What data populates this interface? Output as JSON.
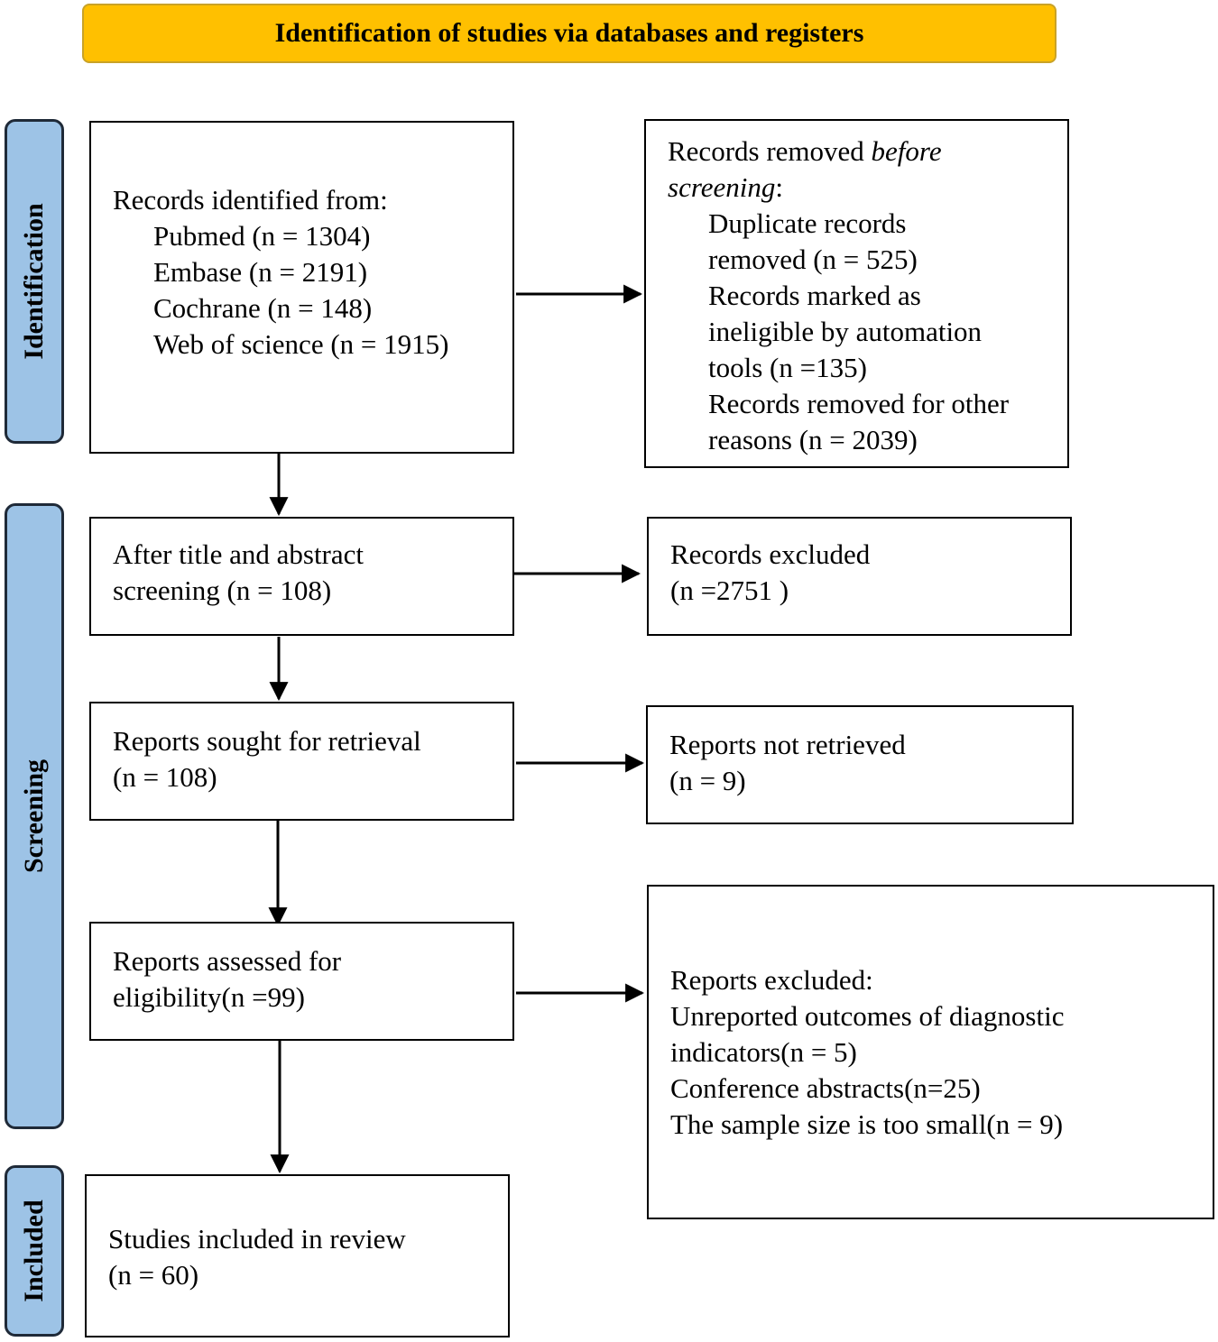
{
  "header": {
    "title": "Identification of studies via databases and registers"
  },
  "phases": {
    "identification": "Identification",
    "screening": "Screening",
    "included": "Included"
  },
  "boxes": {
    "records_identified": {
      "heading": "Records identified from:",
      "lines": [
        "Pubmed (n = 1304)",
        "Embase (n = 2191)",
        "Cochrane (n = 148)",
        "Web of science (n = 1915)"
      ]
    },
    "records_removed": {
      "heading_prefix": "Records removed ",
      "heading_italic_1": "before",
      "heading_italic_2": "screening",
      "heading_suffix": ":",
      "lines": [
        "Duplicate records",
        "removed  (n = 525)",
        "Records marked as",
        "ineligible by automation",
        "tools (n =135)",
        "Records removed for other",
        "reasons (n = 2039)"
      ]
    },
    "title_abstract": {
      "lines": [
        "After title and abstract",
        "screening (n = 108)"
      ]
    },
    "records_excluded": {
      "lines": [
        "Records excluded",
        "(n =2751 )"
      ]
    },
    "sought_retrieval": {
      "lines": [
        "Reports sought for retrieval",
        "(n = 108)"
      ]
    },
    "not_retrieved": {
      "lines": [
        "Reports not retrieved",
        "(n = 9)"
      ]
    },
    "assessed": {
      "lines": [
        "Reports assessed for",
        "eligibility(n =99)"
      ]
    },
    "reports_excluded": {
      "lines": [
        "Reports excluded:",
        "Unreported outcomes of diagnostic",
        "indicators(n = 5)",
        "Conference  abstracts(n=25)",
        "The sample size is too small(n = 9)"
      ]
    },
    "included": {
      "lines": [
        "Studies included in review",
        "(n = 60)"
      ]
    }
  }
}
